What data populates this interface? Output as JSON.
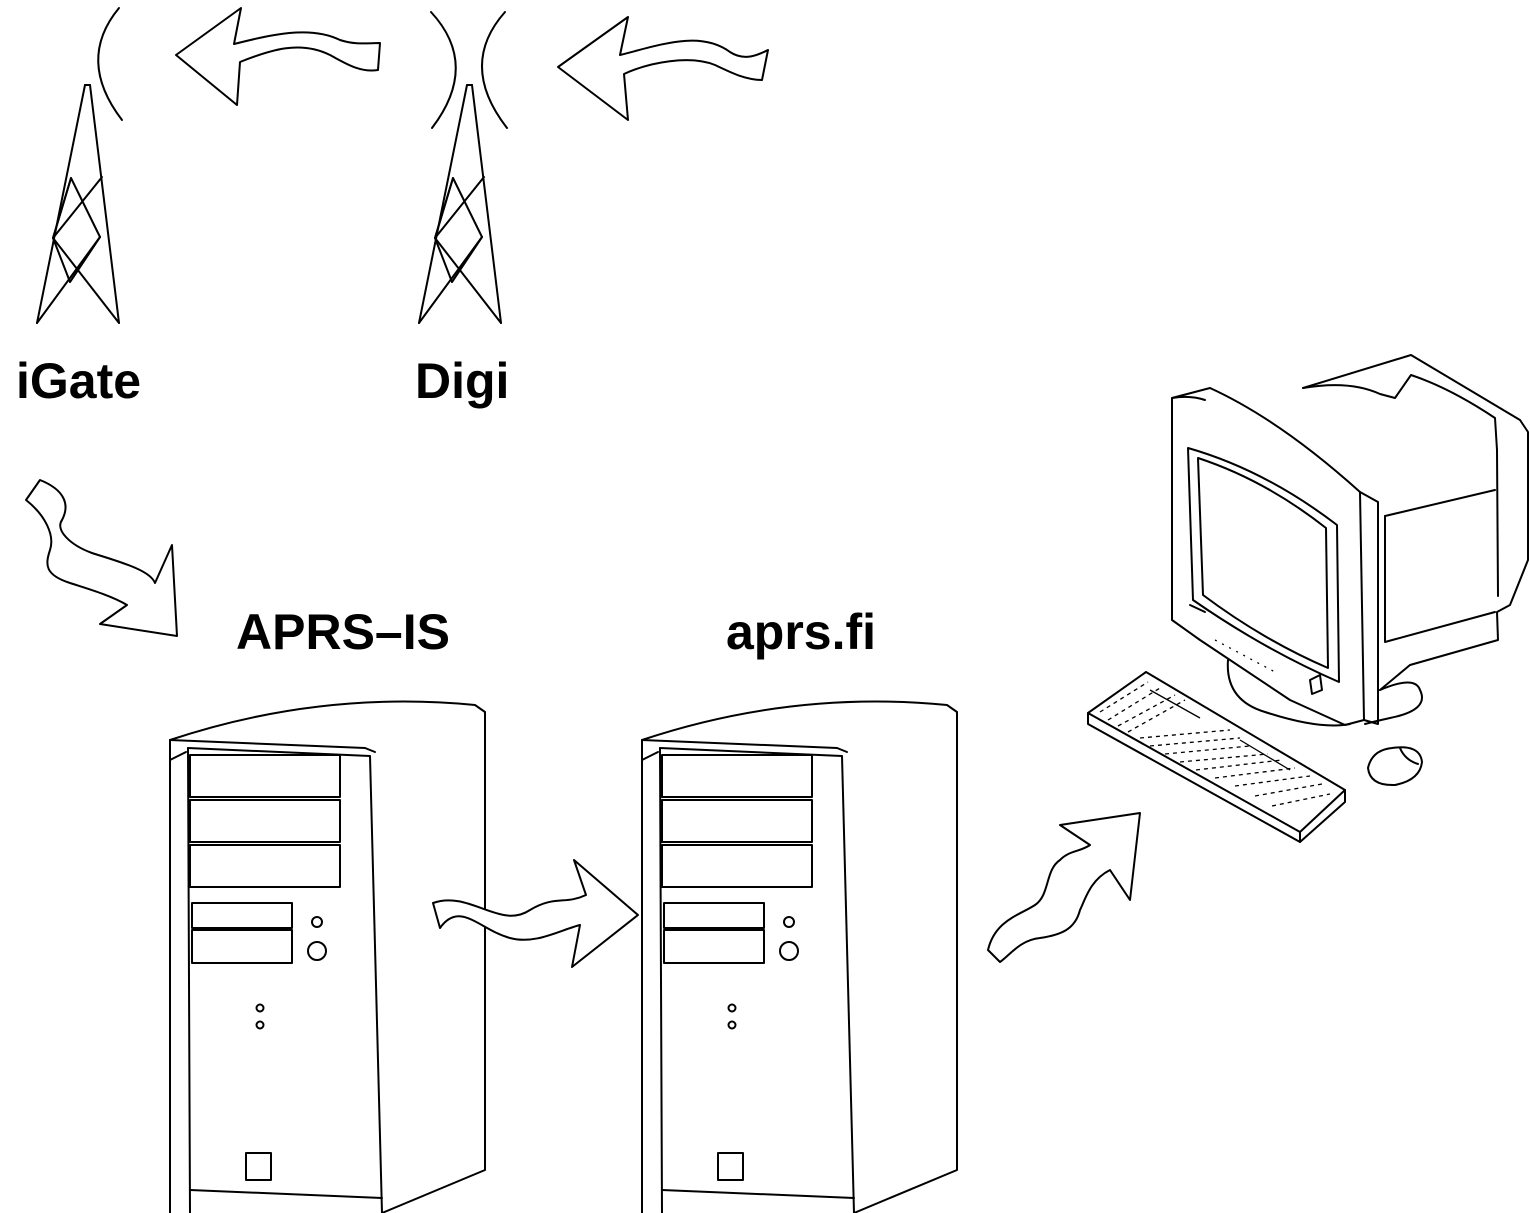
{
  "labels": {
    "igate": "iGate",
    "digi": "Digi",
    "aprs_is": "APRS–IS",
    "aprs_fi": "aprs.fi"
  },
  "icons": [
    "antenna-tower-icon",
    "radio-wave-arrow-icon",
    "server-tower-icon",
    "desktop-computer-icon"
  ],
  "colors": {
    "stroke": "#000000",
    "background": "#ffffff"
  }
}
